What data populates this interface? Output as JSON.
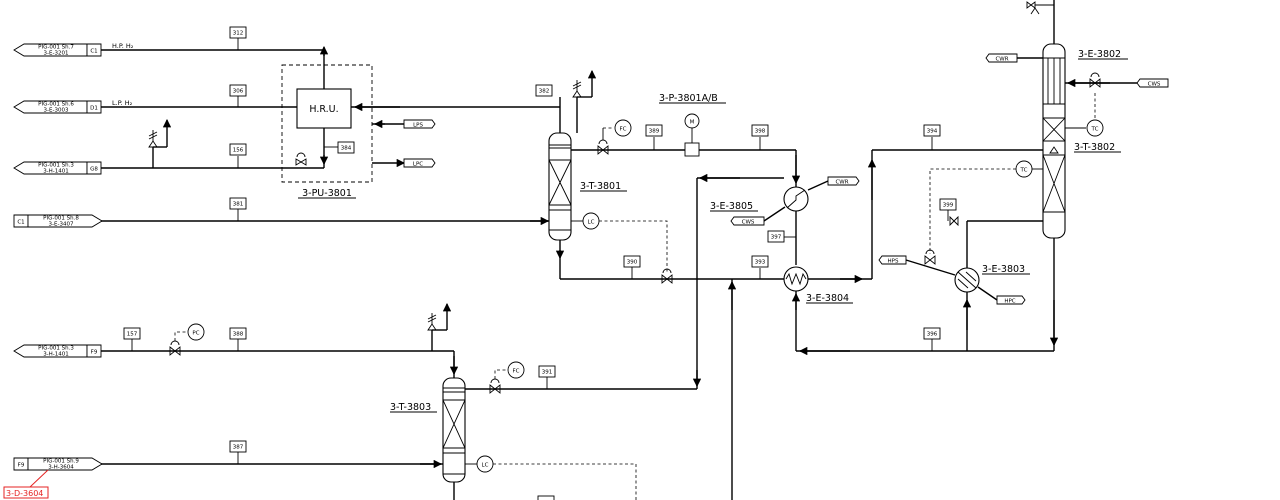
{
  "offpage": [
    {
      "sheet": "PIG-001 Sh.7",
      "equip": "3-E-3201",
      "code": "C1"
    },
    {
      "sheet": "PIG-001 Sh.6",
      "equip": "3-E-3003",
      "code": "D1"
    },
    {
      "sheet": "PIG-001 Sh.3",
      "equip": "3-H-1401",
      "code": "G8"
    },
    {
      "sheet": "PIG-001 Sh.8",
      "equip": "3-E-3407",
      "code": "C1"
    },
    {
      "sheet": "PIG-001 Sh.3",
      "equip": "3-H-1401",
      "code": "F9"
    },
    {
      "sheet": "PIG-001 Sh.9",
      "equip": "3-H-3604",
      "code": "F9"
    }
  ],
  "stream_labels": {
    "hp_h2": "H.P. H₂",
    "lp_h2": "L.P. H₂"
  },
  "lines": {
    "l312": "312",
    "l306": "306",
    "l156": "156",
    "l381": "381",
    "l384": "384",
    "l382": "382",
    "l389": "389",
    "l398": "398",
    "l390": "390",
    "l393": "393",
    "l397": "397",
    "l394": "394",
    "l399": "399",
    "l396": "396",
    "l157": "157",
    "l388": "388",
    "l391": "391",
    "l387": "387"
  },
  "equipment": {
    "hru": "H.R.U.",
    "pu3801": "3-PU-3801",
    "t3801": "3-T-3801",
    "p3801": "3-P-3801A/B",
    "e3805": "3-E-3805",
    "e3804": "3-E-3804",
    "e3803": "3-E-3803",
    "e3802": "3-E-3802",
    "t3802": "3-T-3802",
    "t3803": "3-T-3803"
  },
  "utilities": {
    "lps": "LPS",
    "lpc": "LPC",
    "cwr1": "CWR",
    "cws1": "CWS",
    "cwr2": "CWR",
    "cws2": "CWS",
    "hps": "HPS",
    "hpc": "HPC"
  },
  "instruments": {
    "fc1": "FC",
    "lc1": "LC",
    "motor": "M",
    "tc1": "TC",
    "tc2": "TC",
    "pc1": "PC",
    "fc2": "FC",
    "lc2": "LC"
  },
  "highlight_ref": "3-D-3604",
  "colors": {
    "line": "#000000",
    "highlight": "#e52323",
    "background": "#ffffff"
  }
}
